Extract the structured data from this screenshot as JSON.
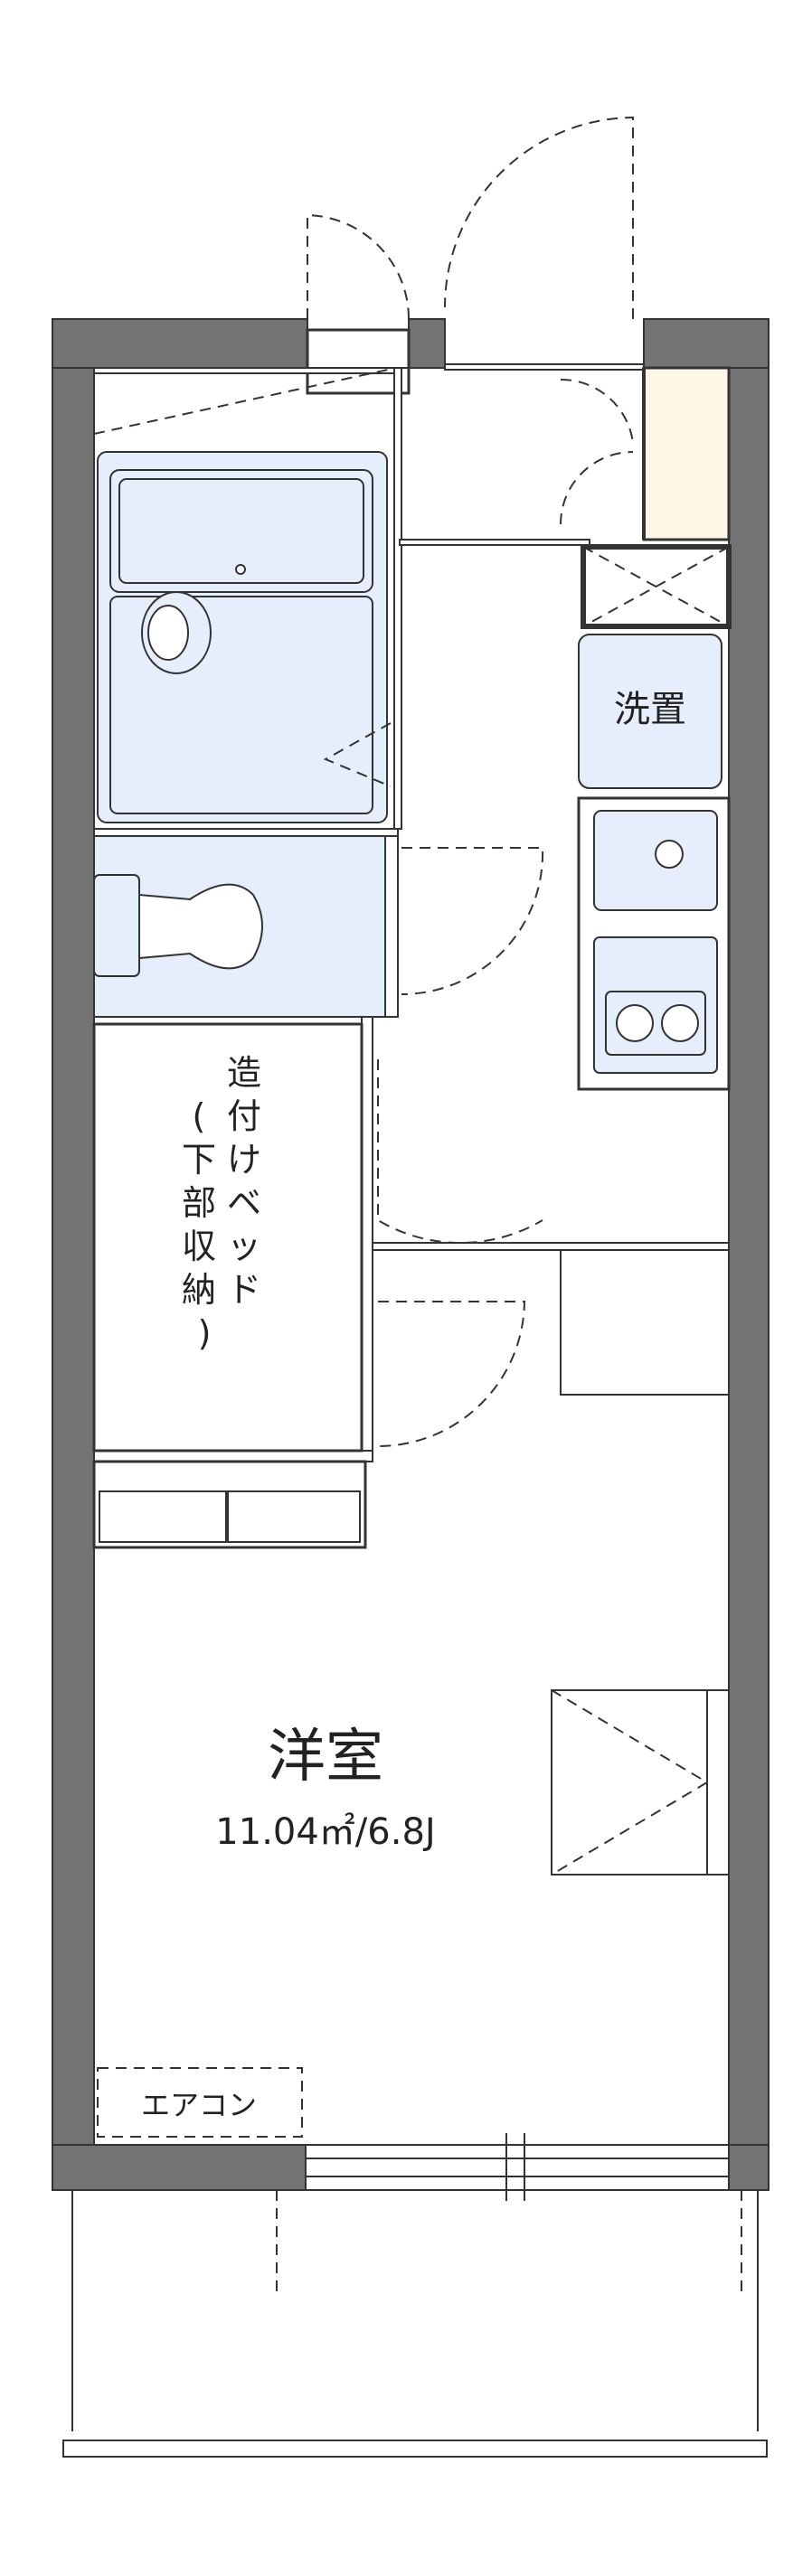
{
  "rooms": {
    "main_room": {
      "name": "洋室",
      "area": "11.04㎡/6.8J"
    },
    "washer": "洗置",
    "closet": {
      "vertical_text": "造付けベッド（下部収納）"
    },
    "aircon": "エアコン"
  },
  "colors": {
    "wall": "#737373",
    "wall_edge": "#333333",
    "fixture_fill": "#e6edfb",
    "storage_fill": "#fdf7e8",
    "line": "#333333"
  }
}
